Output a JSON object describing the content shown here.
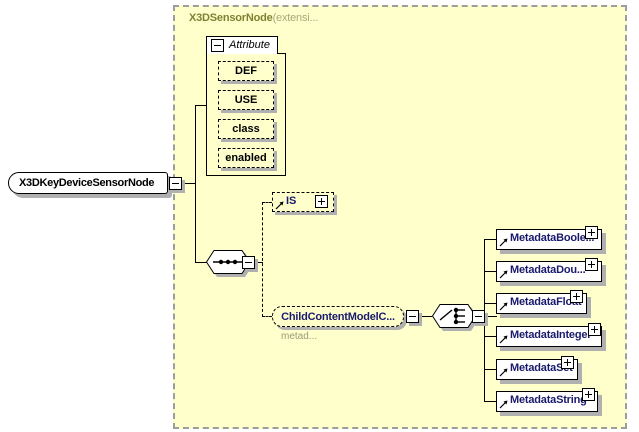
{
  "diagram": {
    "type": "xml-schema-element-diagram",
    "root_element": {
      "label": "X3DKeyDeviceSensorNode",
      "expander": "minus"
    },
    "extension_panel": {
      "title": "X3DSensorNode",
      "title_suffix": "(extensi...",
      "background_color": "#ffffcc",
      "border_color": "#9d9d9d",
      "border_style": "dashed"
    },
    "attribute_group": {
      "label": "Attribute",
      "expander": "minus",
      "items": [
        {
          "label": "DEF"
        },
        {
          "label": "USE"
        },
        {
          "label": "class"
        },
        {
          "label": "enabled"
        }
      ]
    },
    "sequence_compositor": {
      "kind": "sequence",
      "expander": "minus"
    },
    "is_node": {
      "label": "IS",
      "expander": "plus",
      "style": "dashed"
    },
    "child_content_model": {
      "label": "ChildContentModelC...",
      "annotation": "metad...",
      "expander": "minus",
      "style": "dashed-rounded"
    },
    "choice_compositor": {
      "kind": "choice",
      "expander": "minus"
    },
    "metadata_nodes": [
      {
        "label": "MetadataBoole...",
        "width": 106,
        "expander": "plus"
      },
      {
        "label": "MetadataDou...",
        "width": 106,
        "expander": "plus"
      },
      {
        "label": "MetadataFloat",
        "width": 91,
        "expander": "plus"
      },
      {
        "label": "MetadataInteger",
        "width": 106,
        "expander": "plus"
      },
      {
        "label": "MetadataSet",
        "width": 82,
        "expander": "plus"
      },
      {
        "label": "MetadataString",
        "width": 102,
        "expander": "plus"
      }
    ],
    "colors": {
      "panel_fill": "#ffffcc",
      "element_label": "#1a1a6e",
      "panel_title": "#808033",
      "annotation": "#9a9a7a",
      "shadow": "#b0b0b0",
      "line": "#000000"
    }
  }
}
